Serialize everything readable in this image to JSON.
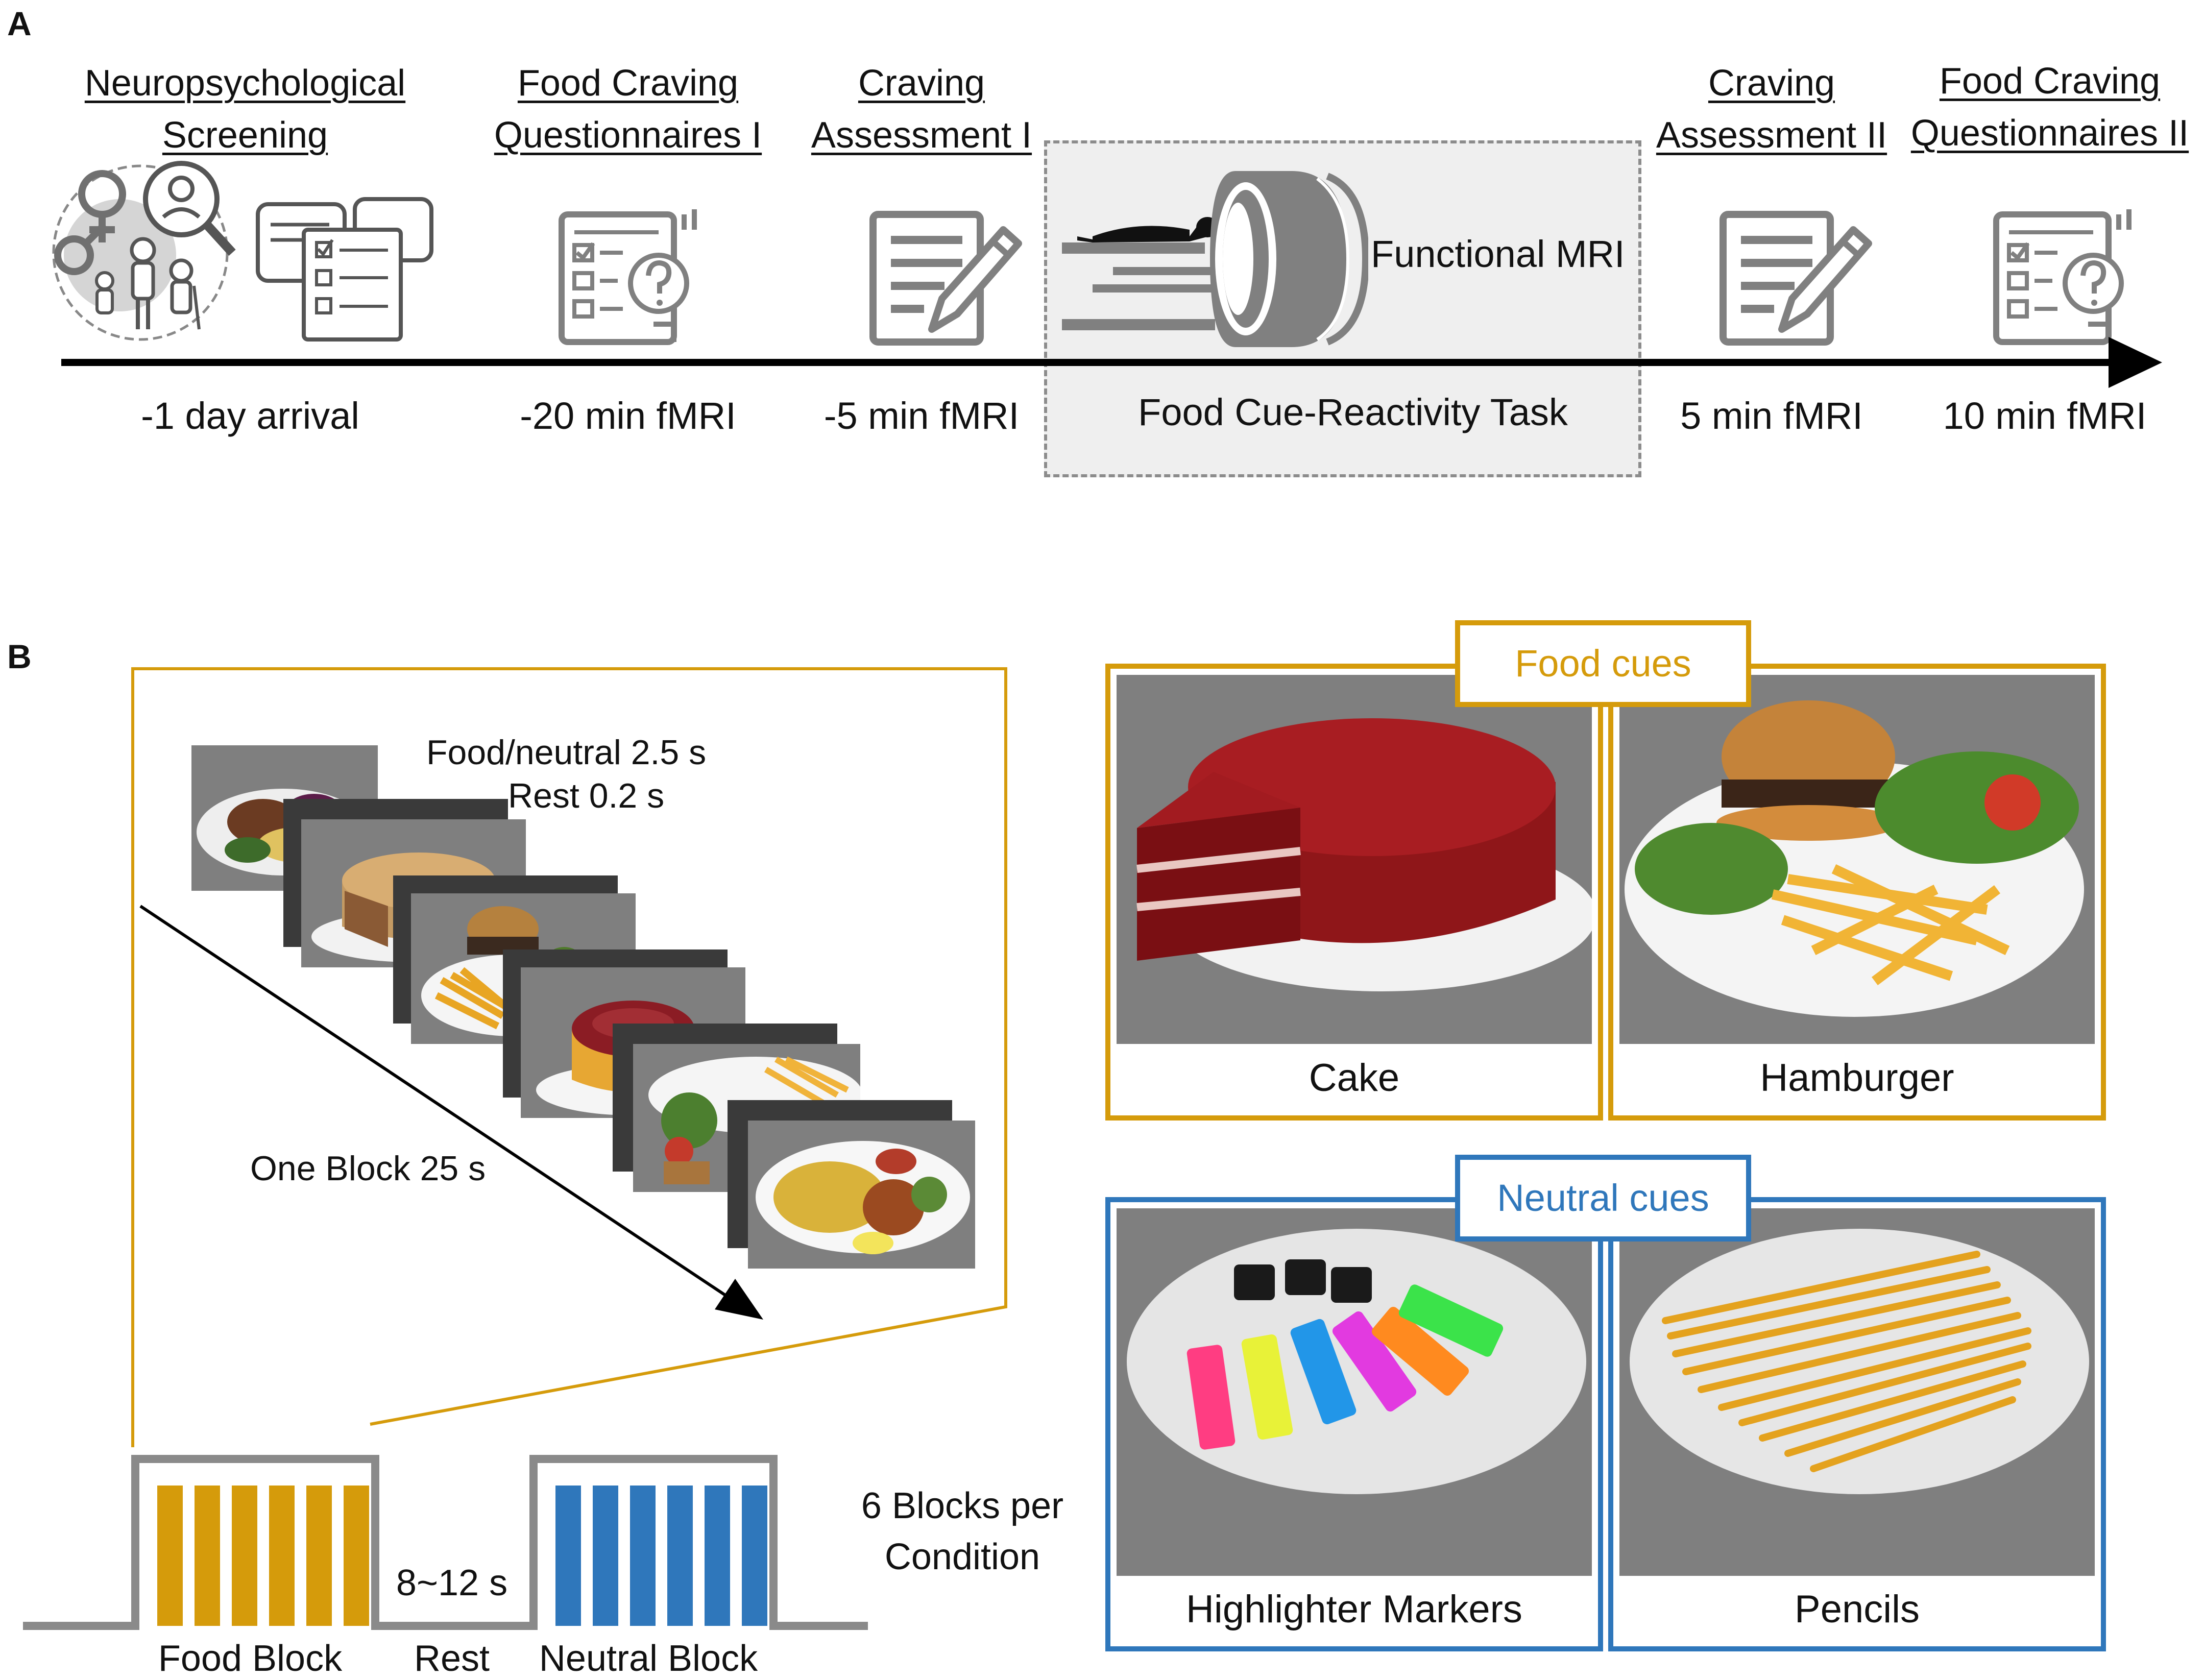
{
  "panel_a": {
    "letter": "A",
    "stages": [
      {
        "title_lines": [
          "Neuropsychological",
          "Screening"
        ],
        "time": "-1 day arrival"
      },
      {
        "title_lines": [
          "Food Craving",
          "Questionnaires I"
        ],
        "time": "-20 min fMRI"
      },
      {
        "title_lines": [
          "Craving",
          "Assessment I"
        ],
        "time": "-5 min fMRI"
      },
      {
        "title_lines": [
          "Craving",
          "Assessment II"
        ],
        "time": "5 min fMRI"
      },
      {
        "title_lines": [
          "Food Craving",
          "Questionnaires II"
        ],
        "time": "10 min fMRI"
      }
    ],
    "fmri": {
      "label": "Functional MRI",
      "task": "Food Cue-Reactivity Task"
    },
    "icons": [
      "demographics-icon",
      "questionnaire-icon",
      "questionnaire-icon",
      "assessment-pencil-icon",
      "mri-scanner-icon",
      "assessment-pencil-icon",
      "questionnaire-icon"
    ]
  },
  "panel_b": {
    "letter": "B",
    "timing": {
      "stim": "Food/neutral 2.5 s",
      "rest": "Rest 0.2 s",
      "block": "One Block 25 s"
    },
    "block_design": {
      "food_block": "Food Block",
      "rest": "Rest",
      "neutral_block": "Neutral Block",
      "rest_duration": "8~12 s",
      "blocks_line1": "6 Blocks per",
      "blocks_line2": "Condition"
    },
    "food_cues": {
      "header": "Food cues",
      "items": [
        "Cake",
        "Hamburger"
      ]
    },
    "neutral_cues": {
      "header": "Neutral cues",
      "items": [
        "Highlighter Markers",
        "Pencils"
      ]
    },
    "colors": {
      "food": "#D59B0B",
      "neutral": "#2F77BB",
      "timeline": "#000000",
      "dashed": "#8c8c8c",
      "icon": "#808080"
    }
  }
}
